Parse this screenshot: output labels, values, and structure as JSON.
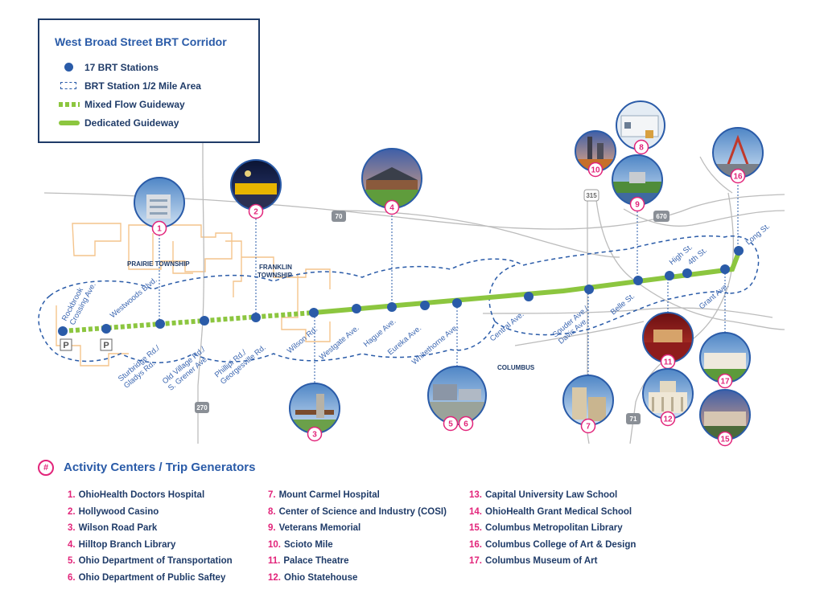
{
  "legend": {
    "title": "West Broad Street BRT Corridor",
    "items": [
      {
        "label": "17 BRT Stations",
        "symbol": "station-dot"
      },
      {
        "label": "BRT Station 1/2 Mile Area",
        "symbol": "dashed-area"
      },
      {
        "label": "Mixed Flow Guideway",
        "symbol": "dashed-green-line"
      },
      {
        "label": "Dedicated Guideway",
        "symbol": "solid-green-line"
      }
    ]
  },
  "areas": {
    "prairie": "PRAIRIE TOWNSHIP",
    "franklin1": "FRANKLIN",
    "franklin2": "TOWNSHIP",
    "columbus": "COLUMBUS"
  },
  "highways": {
    "h70": "70",
    "h315": "315",
    "h670": "670",
    "h270": "270",
    "h71": "71"
  },
  "parking_label": "P",
  "stations": [
    {
      "lines": [
        "Rockbrook",
        "Crossing Ave."
      ]
    },
    {
      "lines": [
        "Westwoods Blvd."
      ]
    },
    {
      "lines": [
        "Sturbridge Rd./",
        "Gladys Rd."
      ]
    },
    {
      "lines": [
        "Old Village Rd./",
        "S. Grener Ave."
      ]
    },
    {
      "lines": [
        "Phillipi Rd./",
        "Georgesville Rd."
      ]
    },
    {
      "lines": [
        "Wilson Rd."
      ]
    },
    {
      "lines": [
        "Westgate Ave."
      ]
    },
    {
      "lines": [
        "Hague Ave."
      ]
    },
    {
      "lines": [
        "Eureka Ave."
      ]
    },
    {
      "lines": [
        "Whitethorne Ave."
      ]
    },
    {
      "lines": [
        "Central Ave."
      ]
    },
    {
      "lines": [
        "Souder Ave./",
        "Davis Ave."
      ]
    },
    {
      "lines": [
        "Belle St."
      ]
    },
    {
      "lines": [
        "High St."
      ]
    },
    {
      "lines": [
        "4th St."
      ]
    },
    {
      "lines": [
        "Grant Ave."
      ]
    },
    {
      "lines": [
        "Long St."
      ]
    }
  ],
  "photo_markers": [
    "1",
    "2",
    "3",
    "4",
    "5",
    "6",
    "7",
    "8",
    "9",
    "10",
    "11",
    "12",
    "15",
    "16",
    "17"
  ],
  "activity_centers": {
    "badge": "#",
    "title": "Activity Centers / Trip Generators",
    "items": [
      {
        "num": "1.",
        "name": "OhioHealth Doctors Hospital"
      },
      {
        "num": "2.",
        "name": "Hollywood Casino"
      },
      {
        "num": "3.",
        "name": "Wilson Road Park"
      },
      {
        "num": "4.",
        "name": "Hilltop Branch Library"
      },
      {
        "num": "5.",
        "name": "Ohio Department of Transportation"
      },
      {
        "num": "6.",
        "name": "Ohio Department of Public Saftey"
      },
      {
        "num": "7.",
        "name": "Mount Carmel Hospital"
      },
      {
        "num": "8.",
        "name": "Center of Science and Industry (COSI)"
      },
      {
        "num": "9.",
        "name": "Veterans Memorial"
      },
      {
        "num": "10.",
        "name": "Scioto Mile"
      },
      {
        "num": "11.",
        "name": "Palace Theatre"
      },
      {
        "num": "12.",
        "name": "Ohio Statehouse"
      },
      {
        "num": "13.",
        "name": "Capital University Law School"
      },
      {
        "num": "14.",
        "name": "OhioHealth Grant Medical School"
      },
      {
        "num": "15.",
        "name": "Columbus Metropolitan Library"
      },
      {
        "num": "16.",
        "name": "Columbus College of Art & Design"
      },
      {
        "num": "17.",
        "name": "Columbus Museum of Art"
      }
    ]
  },
  "colors": {
    "navy": "#1f3b68",
    "blue": "#2a5ba8",
    "green": "#8cc63f",
    "pink": "#e2247a",
    "orange": "#f4c48c",
    "road": "#b9b9b9"
  }
}
